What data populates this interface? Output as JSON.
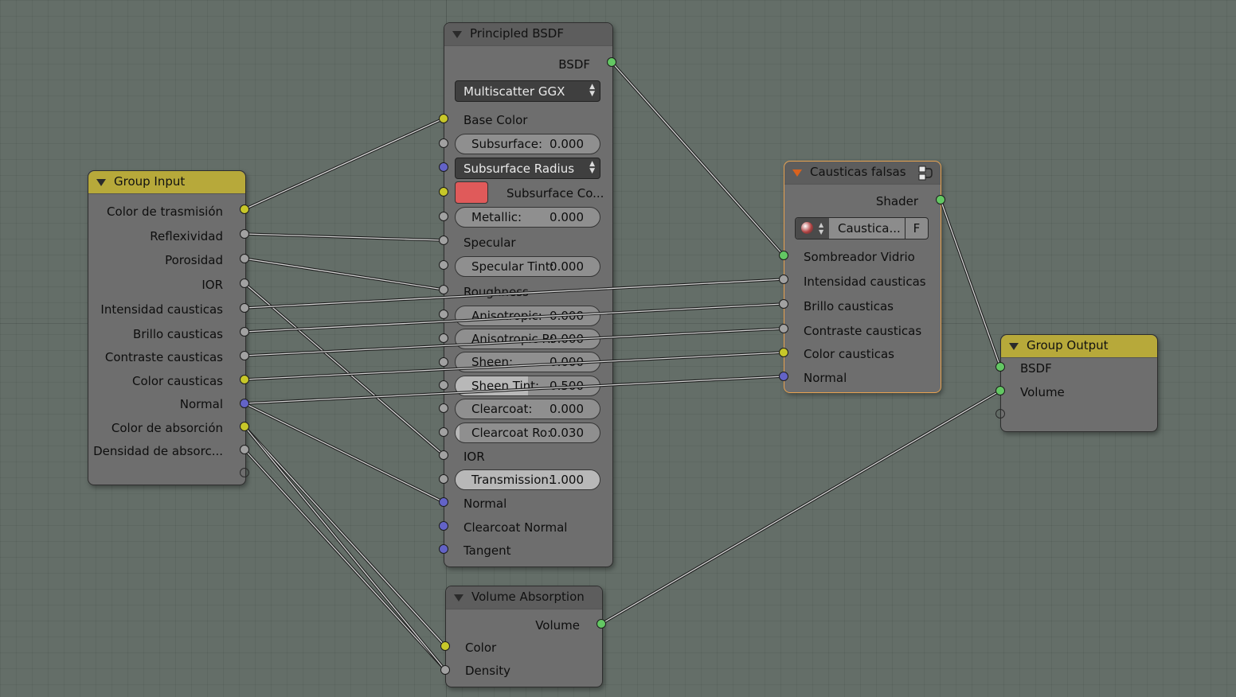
{
  "colors": {
    "background": "#646e68",
    "socket_yellow": "#c7c729",
    "socket_gray": "#a1a1a1",
    "socket_blue": "#6363c7",
    "socket_green": "#63c763",
    "group_header": "#b7a93a",
    "active_border": "#e8a250",
    "subsurface_color": "#e05a5a",
    "wire": "#d8d8d8"
  },
  "group_input": {
    "title": "Group Input",
    "outputs": [
      "Color de trasmisión",
      "Reflexividad",
      "Porosidad",
      "IOR",
      "Intensidad causticas",
      "Brillo causticas",
      "Contraste causticas",
      "Color causticas",
      "Normal",
      "Color de absorción",
      "Densidad de absorc..."
    ]
  },
  "principled": {
    "title": "Principled BSDF",
    "output": "BSDF",
    "distribution": "Multiscatter GGX",
    "base_color": "Base Color",
    "subsurface": {
      "label": "Subsurface:",
      "value": "0.000",
      "fill": 0.0
    },
    "subsurface_method": "Subsurface Radius",
    "subsurface_color": "Subsurface Co...",
    "metallic": {
      "label": "Metallic:",
      "value": "0.000",
      "fill": 0.0
    },
    "specular": "Specular",
    "specular_tint": {
      "label": "Specular Tint:",
      "value": "0.000",
      "fill": 0.0
    },
    "roughness": "Roughness",
    "anisotropic": {
      "label": "Anisotropic:",
      "value": "0.000",
      "fill": 0.0
    },
    "anisotropic_r": {
      "label": "Anisotropic R:",
      "value": "0.000",
      "fill": 0.0
    },
    "sheen": {
      "label": "Sheen:",
      "value": "0.000",
      "fill": 0.0
    },
    "sheen_tint": {
      "label": "Sheen Tint:",
      "value": "0.500",
      "fill": 0.5
    },
    "clearcoat": {
      "label": "Clearcoat:",
      "value": "0.000",
      "fill": 0.0
    },
    "clearcoat_r": {
      "label": "Clearcoat Ro:",
      "value": "0.030",
      "fill": 0.03
    },
    "ior": "IOR",
    "transmission": {
      "label": "Transmission:",
      "value": "1.000",
      "fill": 1.0
    },
    "normal": "Normal",
    "clearcoat_normal": "Clearcoat Normal",
    "tangent": "Tangent"
  },
  "volume": {
    "title": "Volume Absorption",
    "output": "Volume",
    "color": "Color",
    "density": "Density"
  },
  "caustics": {
    "title": "Causticas falsas",
    "output": "Shader",
    "group_name": "Caustica...",
    "fake_user": "F",
    "inputs": [
      "Sombreador Vidrio",
      "Intensidad causticas",
      "Brillo causticas",
      "Contraste causticas",
      "Color causticas",
      "Normal"
    ]
  },
  "group_output": {
    "title": "Group Output",
    "inputs": [
      "BSDF",
      "Volume"
    ]
  }
}
